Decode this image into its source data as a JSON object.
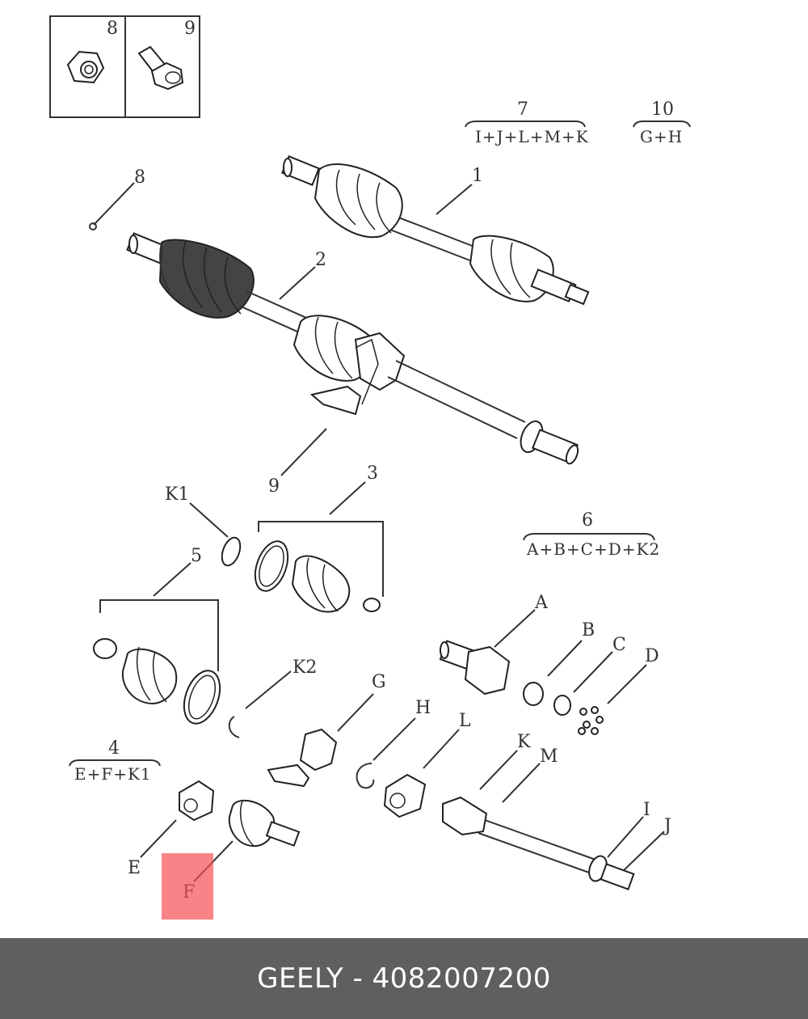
{
  "inset": {
    "labels": [
      "8",
      "9"
    ]
  },
  "callouts": {
    "n1": "1",
    "n2": "2",
    "n3": "3",
    "n4": "4",
    "n5": "5",
    "n6": "6",
    "n7": "7",
    "n8": "8",
    "n9": "9",
    "n10": "10",
    "K1": "K1",
    "K2": "K2",
    "A": "A",
    "B": "B",
    "C": "C",
    "D": "D",
    "E": "E",
    "F": "F",
    "G": "G",
    "H": "H",
    "I": "I",
    "J": "J",
    "K": "K",
    "L": "L",
    "M": "M"
  },
  "formulas": {
    "f7": "I+J+L+M+K",
    "f10": "G+H",
    "f6": "A+B+C+D+K2",
    "f4": "E+F+K1"
  },
  "highlight": {
    "label": "F",
    "color": "#f5505a"
  },
  "footer": {
    "text": "GEELY - 4082007200",
    "background": "#5f5f5f"
  }
}
